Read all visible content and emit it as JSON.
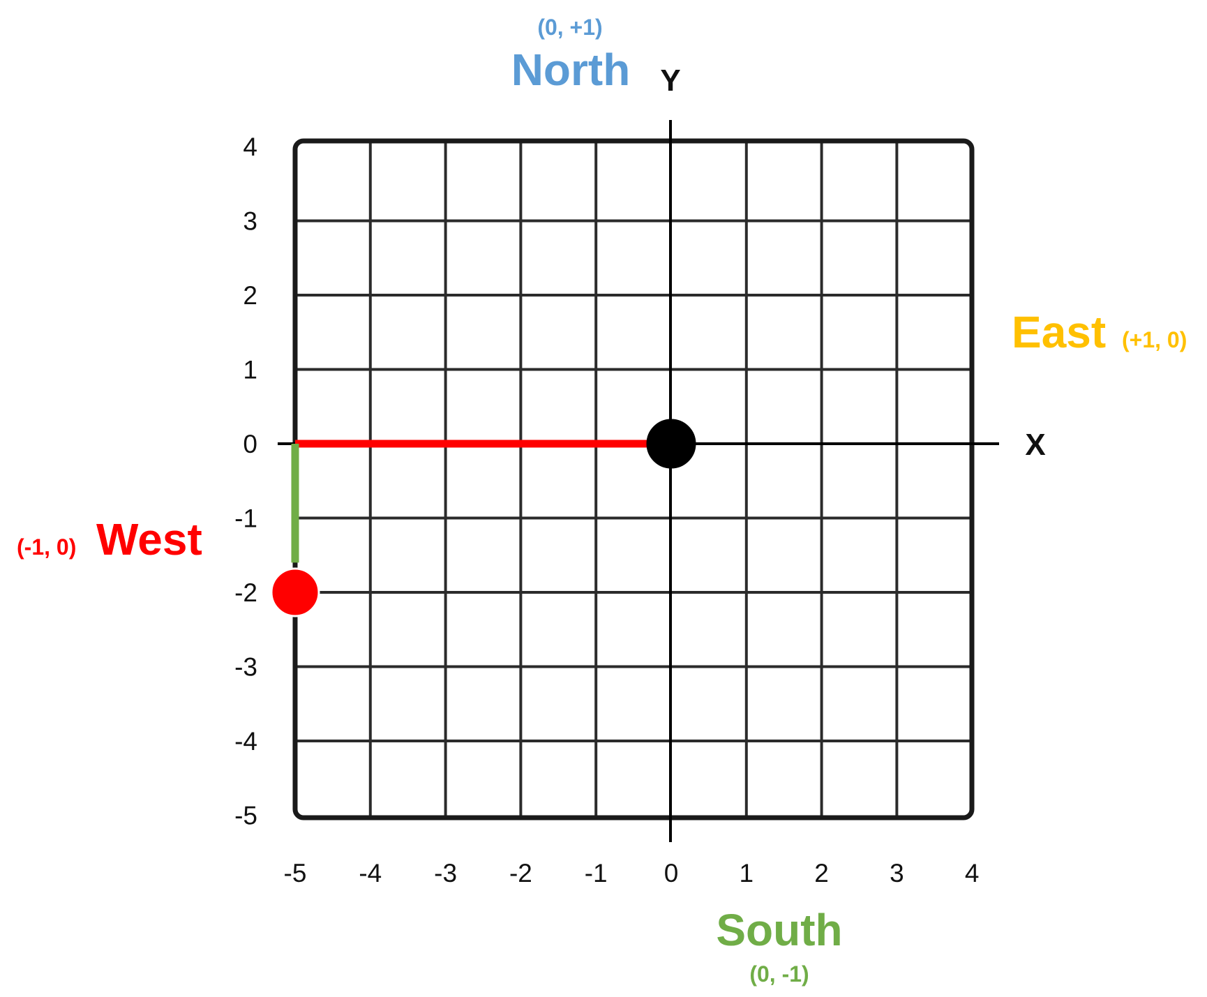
{
  "axes": {
    "x_label": "X",
    "y_label": "Y",
    "x_ticks": [
      "-5",
      "-4",
      "-3",
      "-2",
      "-1",
      "0",
      "1",
      "2",
      "3",
      "4"
    ],
    "y_ticks": [
      "4",
      "3",
      "2",
      "1",
      "0",
      "-1",
      "-2",
      "-3",
      "-4",
      "-5"
    ]
  },
  "directions": {
    "north": {
      "label": "North",
      "coord": "(0, +1)",
      "color": "#5b9bd5"
    },
    "east": {
      "label": "East",
      "coord": "(+1, 0)",
      "color": "#ffc000"
    },
    "south": {
      "label": "South",
      "coord": "(0, -1)",
      "color": "#70ad47"
    },
    "west": {
      "label": "West",
      "coord": "(-1, 0)",
      "color": "#ff0000"
    }
  },
  "points": [
    {
      "name": "origin-point",
      "x": 0,
      "y": 0,
      "color": "#000000"
    },
    {
      "name": "end-point",
      "x": -5,
      "y": -2,
      "color": "#ff0000"
    }
  ],
  "path": [
    {
      "name": "west-path-segment",
      "from": [
        0,
        0
      ],
      "to": [
        -5,
        0
      ],
      "color": "#ff0000"
    },
    {
      "name": "south-path-segment",
      "from": [
        -5,
        0
      ],
      "to": [
        -5,
        -1.6
      ],
      "color": "#70ad47"
    }
  ]
}
